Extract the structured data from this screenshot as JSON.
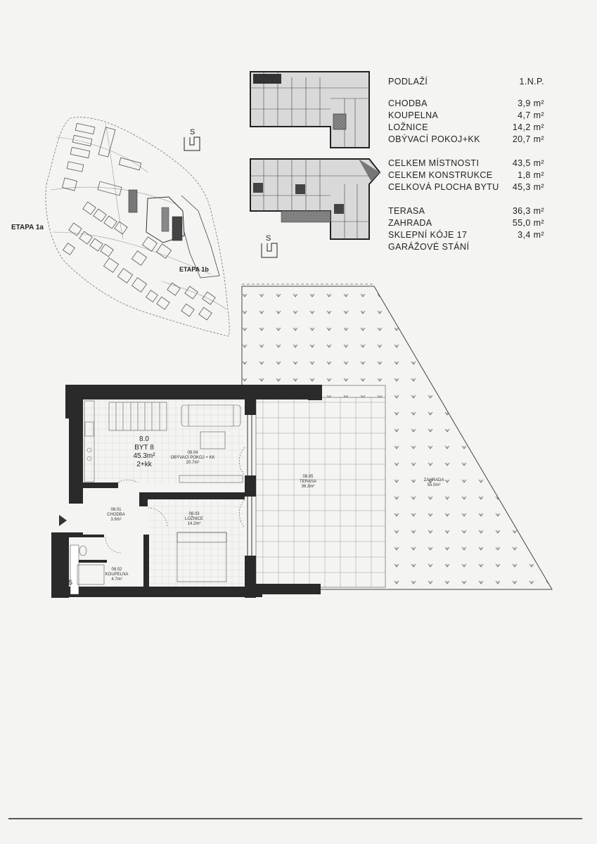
{
  "summary": {
    "floor": {
      "label": "PODLAŽÍ",
      "value": "1.N.P."
    },
    "rooms": [
      {
        "label": "CHODBA",
        "value": "3,9 m²"
      },
      {
        "label": "KOUPELNA",
        "value": "4,7 m²"
      },
      {
        "label": "LOŽNICE",
        "value": "14,2 m²"
      },
      {
        "label": "OBÝVACÍ POKOJ+KK",
        "value": "20,7 m²"
      }
    ],
    "totals": [
      {
        "label": "CELKEM MÍSTNOSTI",
        "value": "43,5 m²"
      },
      {
        "label": "CELKEM KONSTRUKCE",
        "value": "1,8 m²"
      },
      {
        "label": "CELKOVÁ PLOCHA BYTU",
        "value": "45,3 m²"
      }
    ],
    "extras": [
      {
        "label": "TERASA",
        "value": "36,3 m²"
      },
      {
        "label": "ZAHRADA",
        "value": "55,0 m²"
      },
      {
        "label": "SKLEPNÍ KÓJE 17",
        "value": "3,4 m²"
      },
      {
        "label": "GARÁŽOVÉ STÁNÍ",
        "value": ""
      }
    ]
  },
  "site_plan": {
    "stage_a": "ETAPA 1a",
    "stage_b": "ETAPA 1b",
    "north_mark": "S"
  },
  "key_plans": {
    "north_mark": "S"
  },
  "unit": {
    "code": "8.0",
    "name": "BYT 8",
    "area": "45.3m²",
    "layout": "2+kk"
  },
  "rooms_plan": [
    {
      "code": "08.04",
      "name": "OBÝVACÍ POKOJ + KK",
      "area": "20.7m²"
    },
    {
      "code": "08.01",
      "name": "CHODBA",
      "area": "3.9m²"
    },
    {
      "code": "08.03",
      "name": "LOŽNICE",
      "area": "14.2m²"
    },
    {
      "code": "08.02",
      "name": "KOUPELNA",
      "area": "4.7m²"
    },
    {
      "code": "08.05",
      "name": "TERASA",
      "area": "36.3m²"
    },
    {
      "name": "ZAHRADA",
      "area": "55.0m²"
    }
  ],
  "fixtures": {
    "shaft_mark": "S"
  },
  "colors": {
    "wall": "#2a2a2a",
    "paper": "#f4f4f2",
    "line": "#555555"
  }
}
